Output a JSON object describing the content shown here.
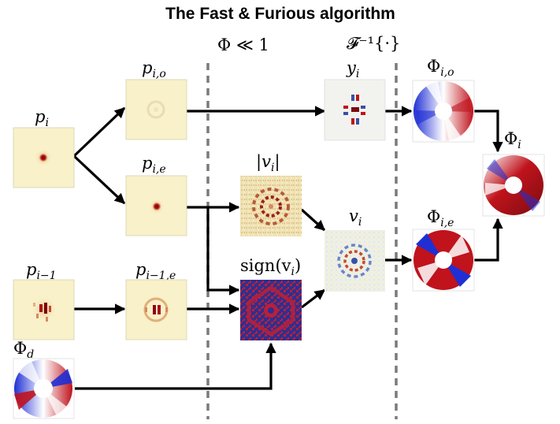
{
  "title": "The Fast & Furious algorithm",
  "annotations": {
    "left_divider": "Φ ≪ 1",
    "right_divider": "𝓕⁻¹{·}"
  },
  "nodes": {
    "p_i": {
      "base": "p",
      "sub": "i"
    },
    "p_io": {
      "base": "p",
      "sub": "i,o"
    },
    "p_ie": {
      "base": "p",
      "sub": "i,e"
    },
    "p_im1": {
      "base": "p",
      "sub": "i−1"
    },
    "p_im1e": {
      "base": "p",
      "sub": "i−1,e"
    },
    "phi_d": {
      "base": "Φ",
      "sub": "d"
    },
    "abs_v": {
      "base": "|v",
      "sub": "i",
      "tail": "|"
    },
    "sign_v": {
      "base": "sign(v",
      "sub": "i",
      "tail": ")"
    },
    "y_i": {
      "base": "y",
      "sub": "i"
    },
    "v_i": {
      "base": "v",
      "sub": "i"
    },
    "phi_io": {
      "base": "Φ",
      "sub": "i,o"
    },
    "phi_ie": {
      "base": "Φ",
      "sub": "i,e"
    },
    "phi_i": {
      "base": "Φ",
      "sub": "i"
    }
  },
  "colors": {
    "psf_background": "#f8f1c9",
    "psf_core": "#8c0a12",
    "sign_blue": "#2f2f8f",
    "sign_red": "#b8203a",
    "phase_red": "#c0131c",
    "phase_blue": "#1f2fd4",
    "divider": "#7a7a7a"
  }
}
